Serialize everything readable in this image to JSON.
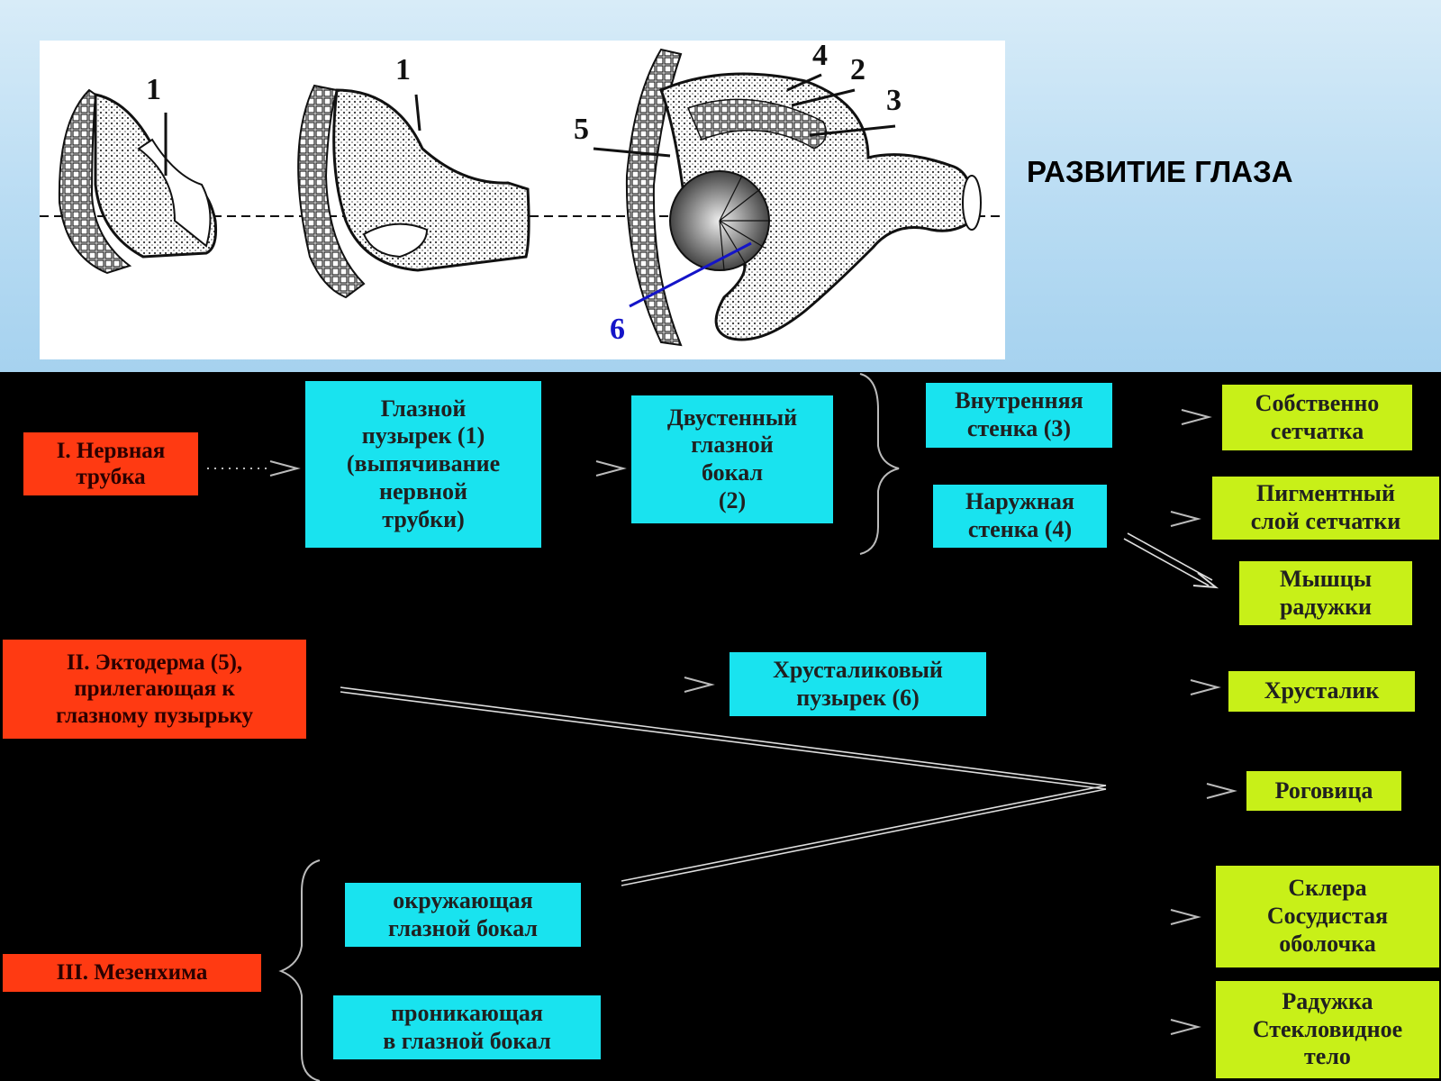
{
  "title": "РАЗВИТИЕ ГЛАЗА",
  "illustration": {
    "labels": [
      "1",
      "1",
      "5",
      "4",
      "2",
      "3",
      "6"
    ]
  },
  "sources": {
    "neural_tube": "I. Нервная\nтрубка",
    "ectoderm": "II. Эктодерма (5),\nприлегающая к\nглазному пузырьку",
    "mesenchyme": "III. Мезенхима"
  },
  "intermediate": {
    "optic_vesicle": "Глазной\nпузырек (1)\n(выпячивание\nнервной\nтрубки)",
    "optic_cup": "Двустенный\nглазной\nбокал\n(2)",
    "inner_wall": "Внутренняя\nстенка (3)",
    "outer_wall": "Наружная\nстенка (4)",
    "lens_vesicle": "Хрусталиковый\nпузырек (6)",
    "surrounding": "окружающая\nглазной бокал",
    "penetrating": "проникающая\nв глазной бокал"
  },
  "results": {
    "retina_proper": "Собственно\nсетчатка",
    "pigment_layer": "Пигментный\nслой сетчатки",
    "iris_muscles": "Мышцы\nрадужки",
    "lens": "Хрусталик",
    "cornea": "Роговица",
    "sclera_choroid": "Склера\nСосудистая\nоболочка",
    "iris_vitreous": "Радужка\nСтекловидное\nтело"
  },
  "colors": {
    "source": "#ff3a12",
    "intermediate": "#19e3ef",
    "result": "#c8f018",
    "label_blue": "#1414c8"
  }
}
